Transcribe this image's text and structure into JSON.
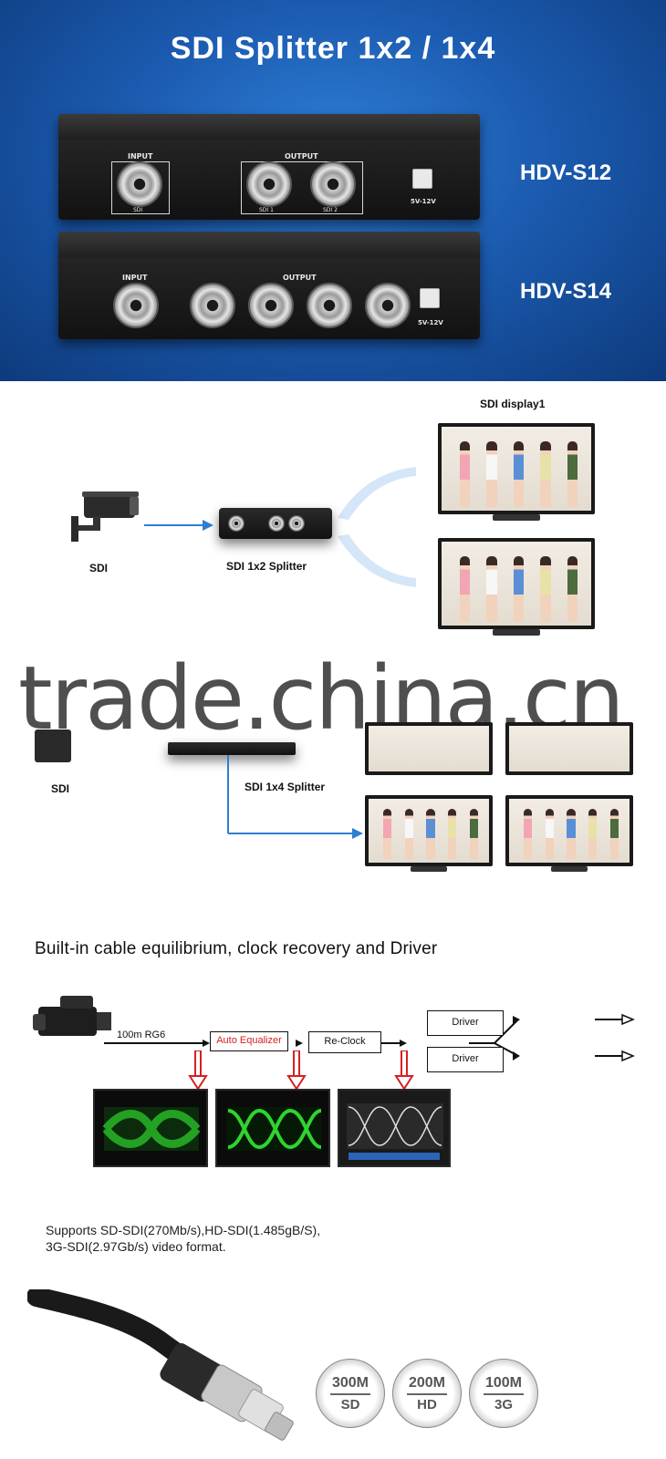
{
  "hero": {
    "title": "SDI Splitter 1x2 / 1x4",
    "models": [
      {
        "name": "HDV-S12"
      },
      {
        "name": "HDV-S14"
      }
    ],
    "panel": {
      "input": "INPUT",
      "output": "OUTPUT",
      "sdi": "SDI",
      "out1": "SDI 1",
      "out2": "SDI 2",
      "power": "5V-12V"
    }
  },
  "section1x2": {
    "display_label": "SDI display1",
    "source_label": "SDI",
    "splitter_label": "SDI 1x2 Splitter"
  },
  "watermark": "trade.china.cn",
  "section1x4": {
    "source_label": "SDI",
    "splitter_label": "SDI 1x4 Splitter"
  },
  "diagram": {
    "heading": "Built-in cable equilibrium, clock recovery and Driver",
    "cable_label": "100m RG6",
    "auto_equalizer": "Auto Equalizer",
    "reclock": "Re-Clock",
    "driver1": "Driver",
    "driver2": "Driver"
  },
  "support": {
    "line1": "Supports SD-SDI(270Mb/s),HD-SDI(1.485gB/S),",
    "line2": "3G-SDI(2.97Gb/s) video format."
  },
  "badges": [
    {
      "top": "300M",
      "bottom": "SD"
    },
    {
      "top": "200M",
      "bottom": "HD"
    },
    {
      "top": "100M",
      "bottom": "3G"
    }
  ],
  "colors": {
    "hero_blue": "#1b5bb0",
    "arrow_blue": "#2e7fd0",
    "eq_red": "#d62020",
    "scope_green": "#2ed42e"
  }
}
